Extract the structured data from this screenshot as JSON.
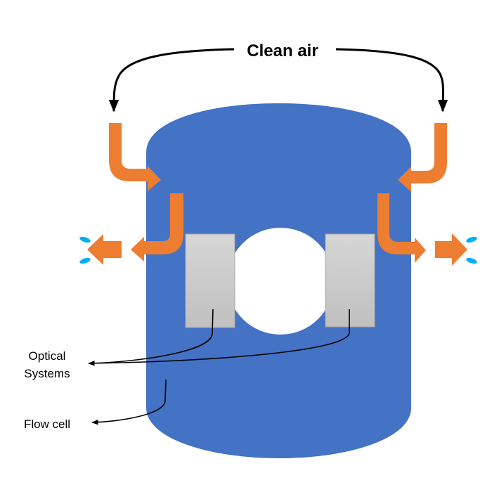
{
  "diagram": {
    "title": "Clean air",
    "labels": {
      "optical_line1": "Optical",
      "optical_line2": "Systems",
      "flow_cell": "Flow cell"
    },
    "components": [
      {
        "id": "flow-cell",
        "name": "Flow cell",
        "shape": "cylinder"
      },
      {
        "id": "optical-system-left",
        "name": "Optical system (left)",
        "shape": "rectangle"
      },
      {
        "id": "optical-system-right",
        "name": "Optical system (right)",
        "shape": "rectangle"
      },
      {
        "id": "sample-chamber",
        "name": "Central opening",
        "shape": "circle"
      }
    ],
    "flows": [
      {
        "from": "clean-air",
        "to": "flow-cell",
        "side": "left",
        "direction": "in"
      },
      {
        "from": "flow-cell",
        "to": "outside",
        "side": "left",
        "direction": "out"
      },
      {
        "from": "clean-air",
        "to": "flow-cell",
        "side": "right",
        "direction": "in"
      },
      {
        "from": "flow-cell",
        "to": "outside",
        "side": "right",
        "direction": "out"
      }
    ],
    "colors": {
      "flow_cell": "#4472C4",
      "air_arrow": "#ED7D31",
      "droplet": "#00B0F0",
      "optical_top": "#D6D6D6",
      "optical_bottom": "#C0C0C0",
      "optical_border": "#A6A6A6",
      "line": "#000000",
      "background": "#FFFFFF"
    }
  }
}
